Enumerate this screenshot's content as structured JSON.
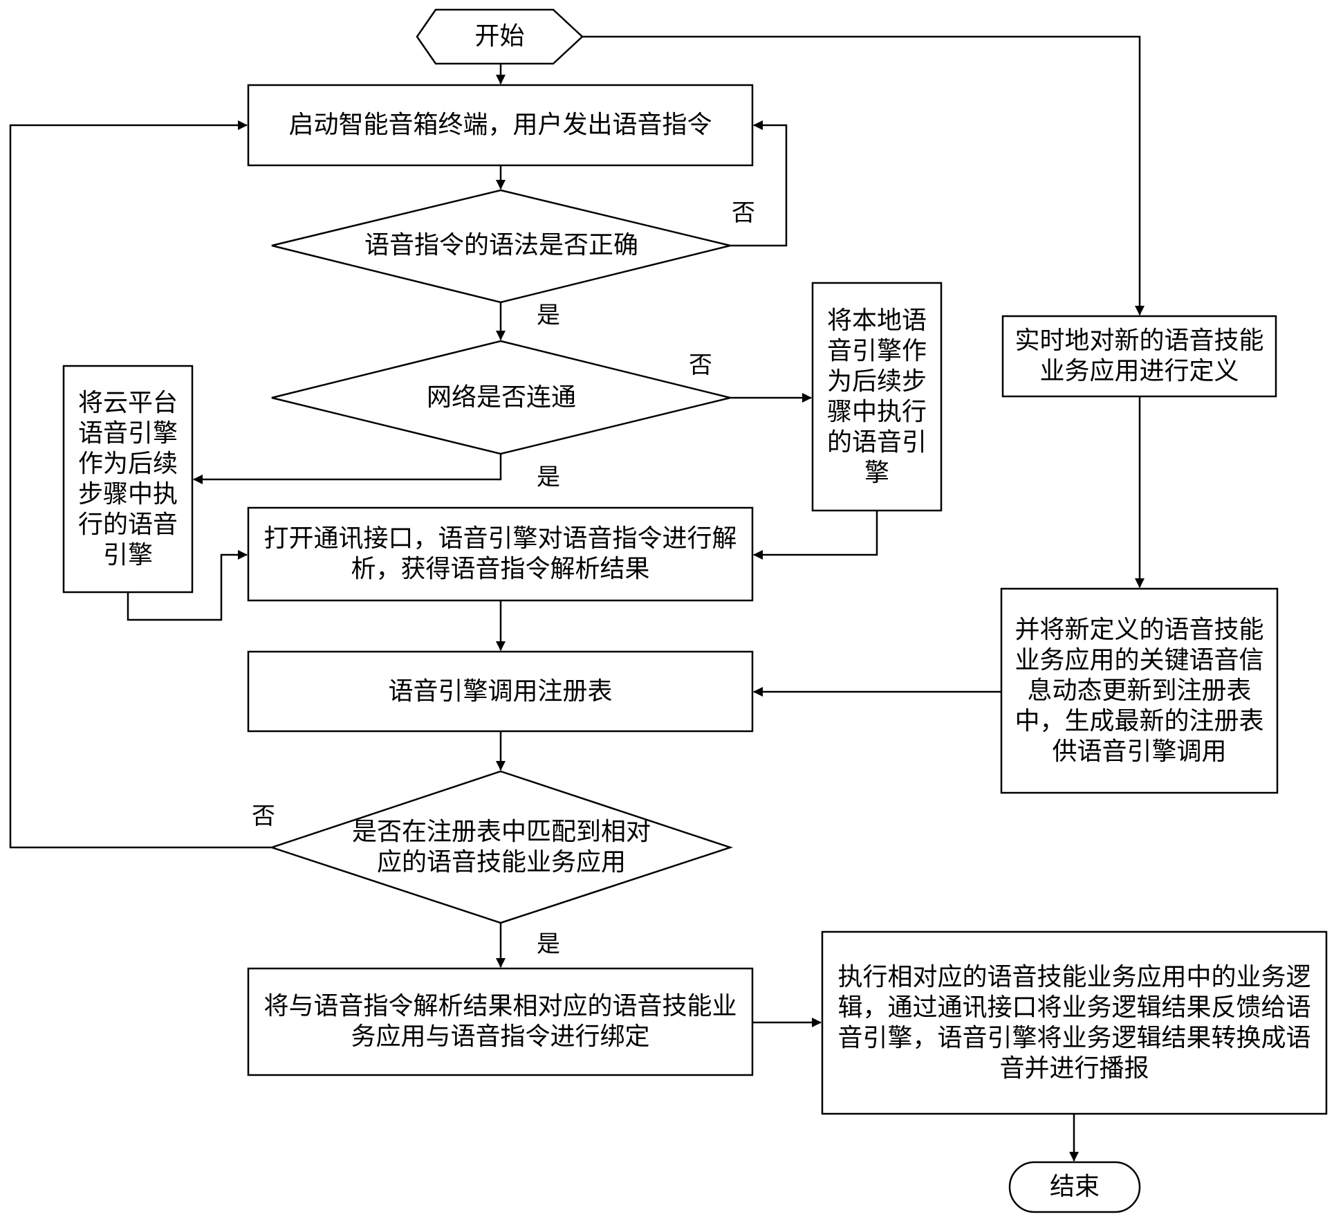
{
  "nodes": {
    "start": "开始",
    "step1": "启动智能音箱终端，用户发出语音指令",
    "dec1": "语音指令的语法是否正确",
    "dec2": "网络是否连通",
    "local_engine": "将本地语\n音引擎作\n为后续步\n骤中执行\n的语音引\n擎",
    "cloud_engine": "将云平台\n语音引擎\n作为后续\n步骤中执\n行的语音\n引擎",
    "parse": "打开通讯接口，语音引擎对语音指令进行解\n析，获得语音指令解析结果",
    "registry_call": "语音引擎调用注册表",
    "dec3": "是否在注册表中匹配到相对\n应的语音技能业务应用",
    "bind": "将与语音指令解析结果相对应的语音技能业\n务应用与语音指令进行绑定",
    "execute": "执行相对应的语音技能业务应用中的业务逻\n辑，通过通讯接口将业务逻辑结果反馈给语\n音引擎，语音引擎将业务逻辑结果转换成语\n音并进行播报",
    "end": "结束",
    "define": "实时地对新的语音技能\n业务应用进行定义",
    "update": "并将新定义的语音技能\n业务应用的关键语音信\n息动态更新到注册表\n中，生成最新的注册表\n供语音引擎调用"
  },
  "edge_labels": {
    "dec1_no": "否",
    "dec1_yes": "是",
    "dec2_no": "否",
    "dec2_yes": "是",
    "dec3_no": "否",
    "dec3_yes": "是"
  }
}
